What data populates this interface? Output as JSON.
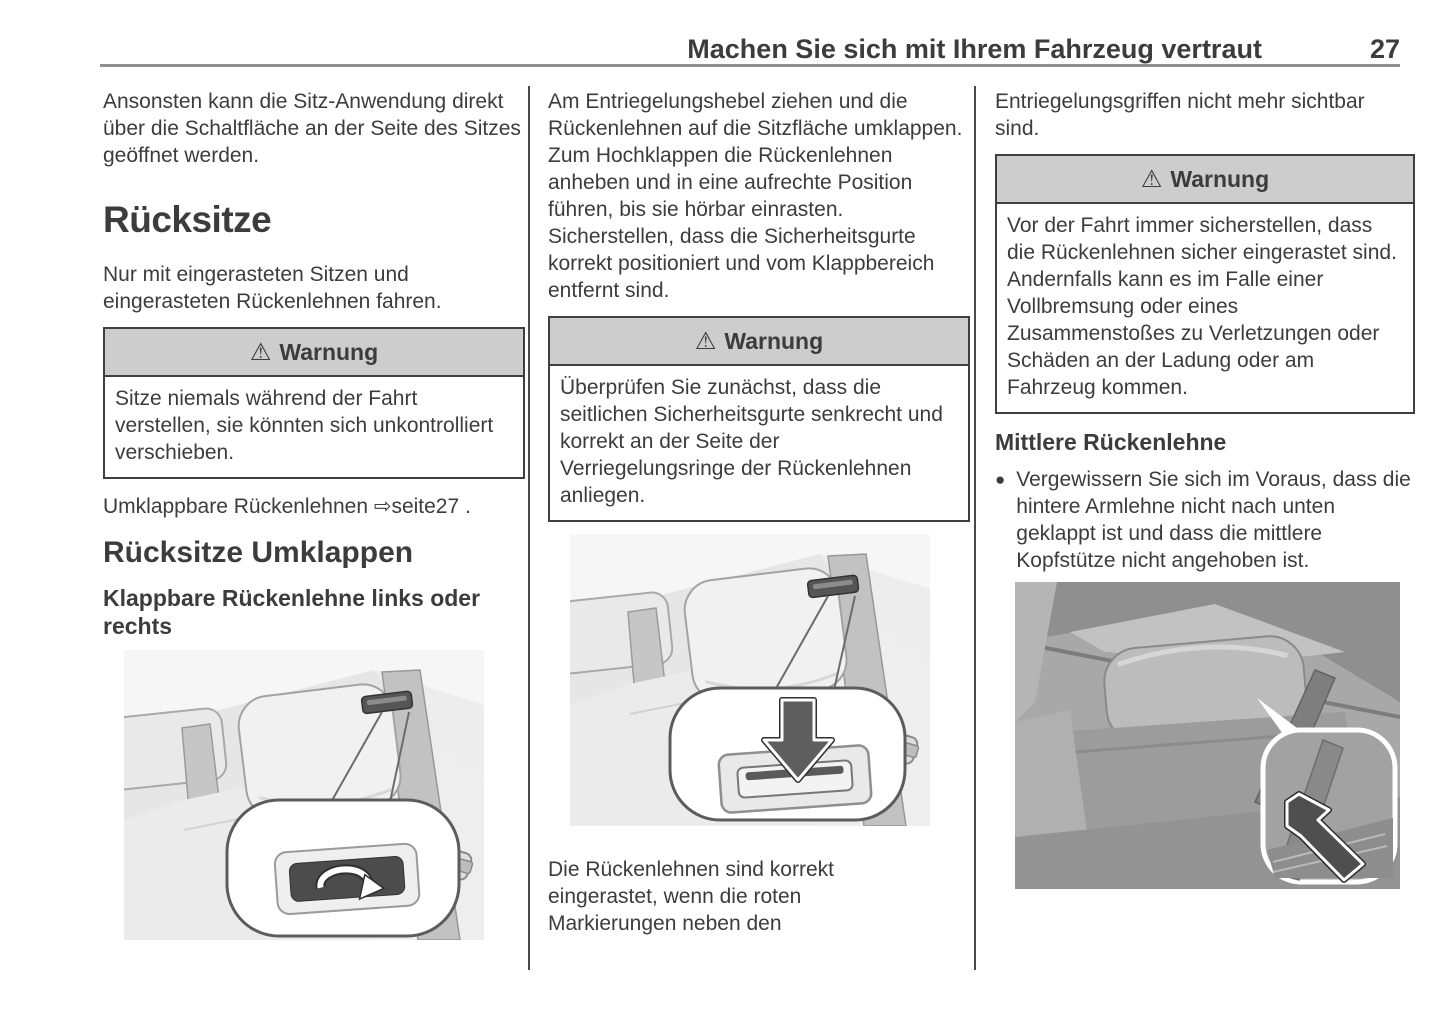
{
  "header": {
    "title": "Machen Sie sich mit Ihrem Fahrzeug vertraut",
    "page_number": "27"
  },
  "icons": {
    "warning": "⚠",
    "bullet": "●"
  },
  "colors": {
    "warning_header_bg": "#cdcdcd",
    "box_border": "#3f3f3f",
    "text": "#3c3c3c",
    "header_rule": "#8f8f8f"
  },
  "col1": {
    "intro": "Ansonsten kann die Sitz-Anwendung direkt über die Schaltfläche an der Seite des Sitzes geöffnet werden.",
    "heading": "Rücksitze",
    "lead": "Nur mit eingerasteten Sitzen und eingerasteten Rückenlehnen fahren.",
    "warning": {
      "title": "Warnung",
      "body": "Sitze niemals während der Fahrt verstellen, sie könnten sich unkontrolliert verschieben."
    },
    "crossref_text": "Umklappbare Rückenlehnen",
    "crossref_link": "⇨seite27",
    "crossref_suffix": " .",
    "heading2": "Rücksitze Umklappen",
    "subheading": "Klappbare Rückenlehne links oder rechts"
  },
  "col2": {
    "para1": "Am Entriegelungshebel ziehen und die Rückenlehnen auf die Sitzfläche umklappen.",
    "para2": "Zum Hochklappen die Rückenlehnen anheben und in eine aufrechte Position führen, bis sie hörbar einrasten.",
    "para3": "Sicherstellen, dass die Sicherheitsgurte korrekt positioniert und vom Klappbereich entfernt sind.",
    "warning": {
      "title": "Warnung",
      "body": "Überprüfen Sie zunächst, dass die seitlichen Sicherheitsgurte senkrecht und korrekt an der Seite der Verriegelungsringe der Rückenlehnen anliegen."
    },
    "caption": "Die Rückenlehnen sind korrekt eingerastet, wenn die roten Markierungen neben den"
  },
  "col3": {
    "para1": "Entriegelungsgriffen nicht mehr sichtbar sind.",
    "warning": {
      "title": "Warnung",
      "body": "Vor der Fahrt immer sicherstellen, dass die Rückenlehnen sicher eingerastet sind. Andernfalls kann es im Falle einer Vollbremsung oder eines Zusammenstoßes zu Verletzungen oder Schäden an der Ladung oder am Fahrzeug kommen."
    },
    "subheading": "Mittlere Rückenlehne",
    "bullet_item": "Vergewissern Sie sich im Voraus, dass die hintere Armlehne nicht nach unten geklappt ist und dass die mittlere Kopfstütze nicht angehoben ist."
  }
}
